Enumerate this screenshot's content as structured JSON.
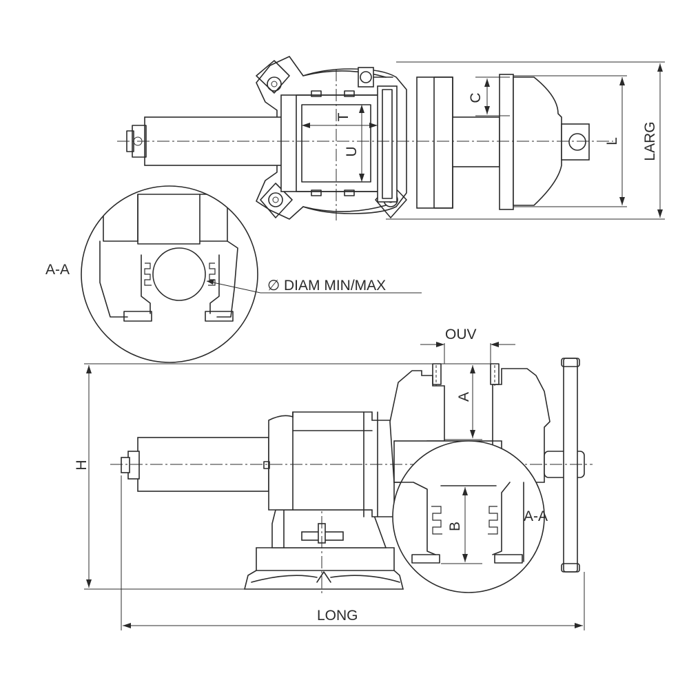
{
  "labels": {
    "larg": "LARG",
    "l": "L",
    "c": "C",
    "t": "T",
    "u": "U",
    "section_left": "A-A",
    "diam_symbol": "∅",
    "diam": "DIAM MIN/MAX",
    "ouv": "OUV",
    "a": "A",
    "h": "H",
    "b": "B",
    "section_right": "A-A",
    "long": "LONG"
  }
}
